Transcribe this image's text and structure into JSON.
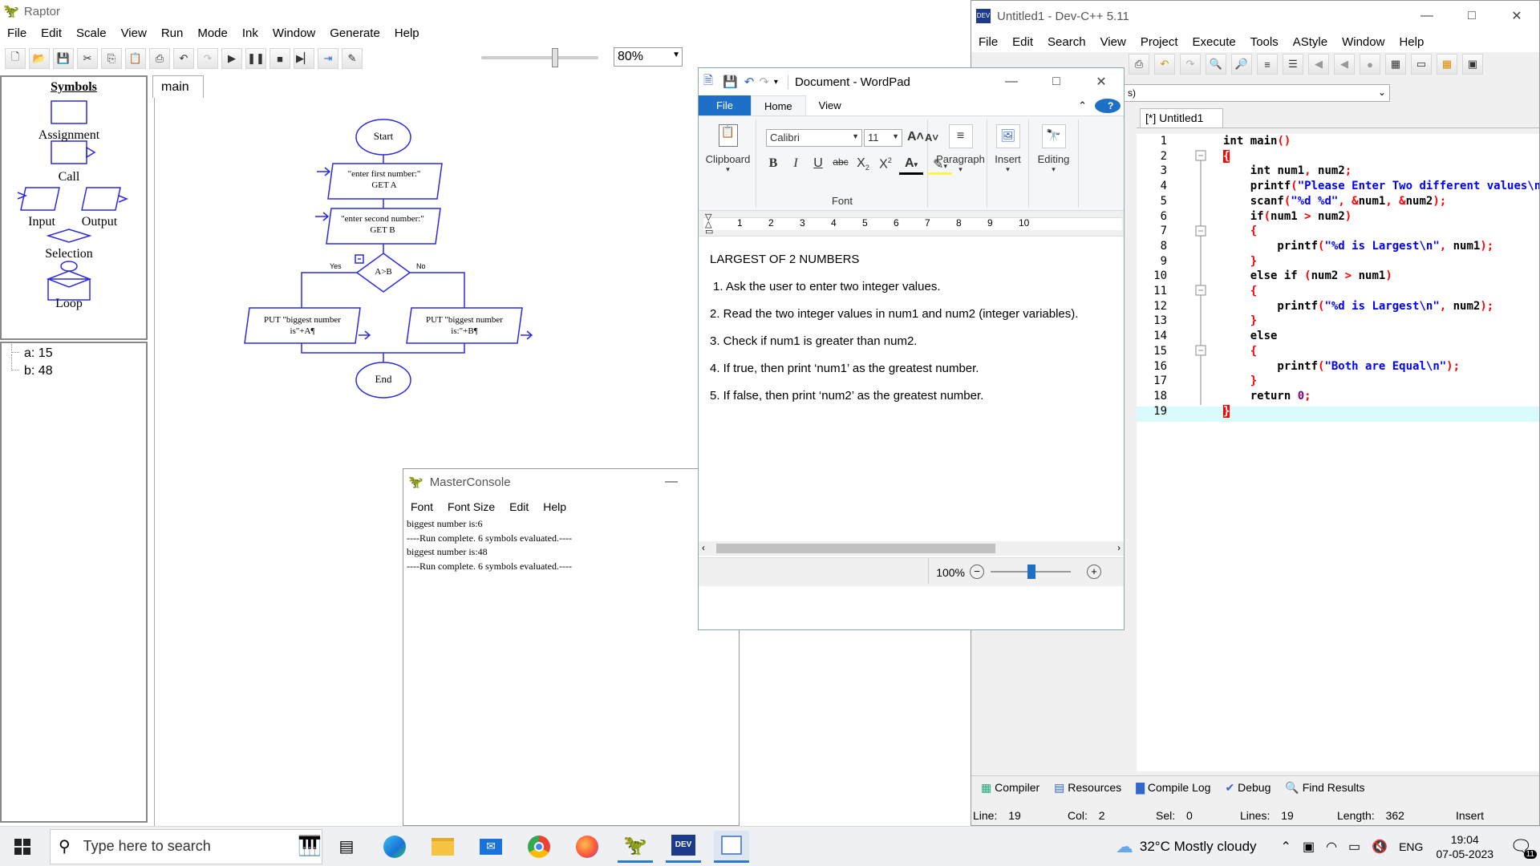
{
  "raptor": {
    "title": "Raptor",
    "menu": [
      "File",
      "Edit",
      "Scale",
      "View",
      "Run",
      "Mode",
      "Ink",
      "Window",
      "Generate",
      "Help"
    ],
    "zoom": "80%",
    "symbols_header": "Symbols",
    "symbols": {
      "assignment": "Assignment",
      "call": "Call",
      "input": "Input",
      "output": "Output",
      "selection": "Selection",
      "loop": "Loop"
    },
    "vars": [
      "a: 15",
      "b: 48"
    ],
    "tab": "main",
    "flow": {
      "start": "Start",
      "input_a_prompt": "\"enter first number:\"",
      "input_a_var": "GET A",
      "input_b_prompt": "\"enter second number:\"",
      "input_b_var": "GET B",
      "decision": "A>B",
      "yes": "Yes",
      "no": "No",
      "out_yes_1": "PUT \"biggest number",
      "out_yes_2": "is\"+A¶",
      "out_no_1": "PUT \"biggest number",
      "out_no_2": "is:\"+B¶",
      "end": "End"
    }
  },
  "console": {
    "title": "MasterConsole",
    "menu": [
      "Font",
      "Font Size",
      "Edit",
      "Help"
    ],
    "lines": [
      "biggest number is:6",
      "----Run complete.  6 symbols evaluated.----",
      "biggest number is:48",
      "----Run complete.  6 symbols evaluated.----"
    ]
  },
  "wordpad": {
    "title": "Document - WordPad",
    "tabs": {
      "file": "File",
      "home": "Home",
      "view": "View"
    },
    "clipboard": "Clipboard",
    "font_name": "Calibri",
    "font_size": "11",
    "font_group": "Font",
    "paragraph": "Paragraph",
    "insert": "Insert",
    "editing": "Editing",
    "ruler": [
      "1",
      "2",
      "3",
      "4",
      "5",
      "6",
      "7",
      "8",
      "9",
      "10"
    ],
    "doc_title": "LARGEST OF 2 NUMBERS",
    "doc_lines": [
      "1. Ask the user to enter two integer values.",
      "2. Read the two integer values in num1 and num2 (integer variables).",
      "3. Check if num1 is greater than num2.",
      "4. If true, then print ‘num1’ as the greatest number.",
      "5. If false, then print ‘num2’ as the greatest number."
    ],
    "zoom": "100%"
  },
  "devcpp": {
    "title": "Untitled1 - Dev-C++ 5.11",
    "menu": [
      "File",
      "Edit",
      "Search",
      "View",
      "Project",
      "Execute",
      "Tools",
      "AStyle",
      "Window",
      "Help"
    ],
    "file_tab": "[*] Untitled1",
    "combo_tail": "s)",
    "line_numbers": [
      "1",
      "2",
      "3",
      "4",
      "5",
      "6",
      "7",
      "8",
      "9",
      "10",
      "11",
      "12",
      "13",
      "14",
      "15",
      "16",
      "17",
      "18",
      "19"
    ],
    "bottom_tabs": [
      "Compiler",
      "Resources",
      "Compile Log",
      "Debug",
      "Find Results"
    ],
    "status": {
      "line_label": "Line:",
      "line": "19",
      "col_label": "Col:",
      "col": "2",
      "sel_label": "Sel:",
      "sel": "0",
      "lines_label": "Lines:",
      "lines": "19",
      "length_label": "Length:",
      "length": "362",
      "mode": "Insert"
    }
  },
  "taskbar": {
    "search_placeholder": "Type here to search",
    "weather": "32°C  Mostly cloudy",
    "lang": "ENG",
    "time": "19:04",
    "date": "07-05-2023",
    "notif_count": "11"
  }
}
